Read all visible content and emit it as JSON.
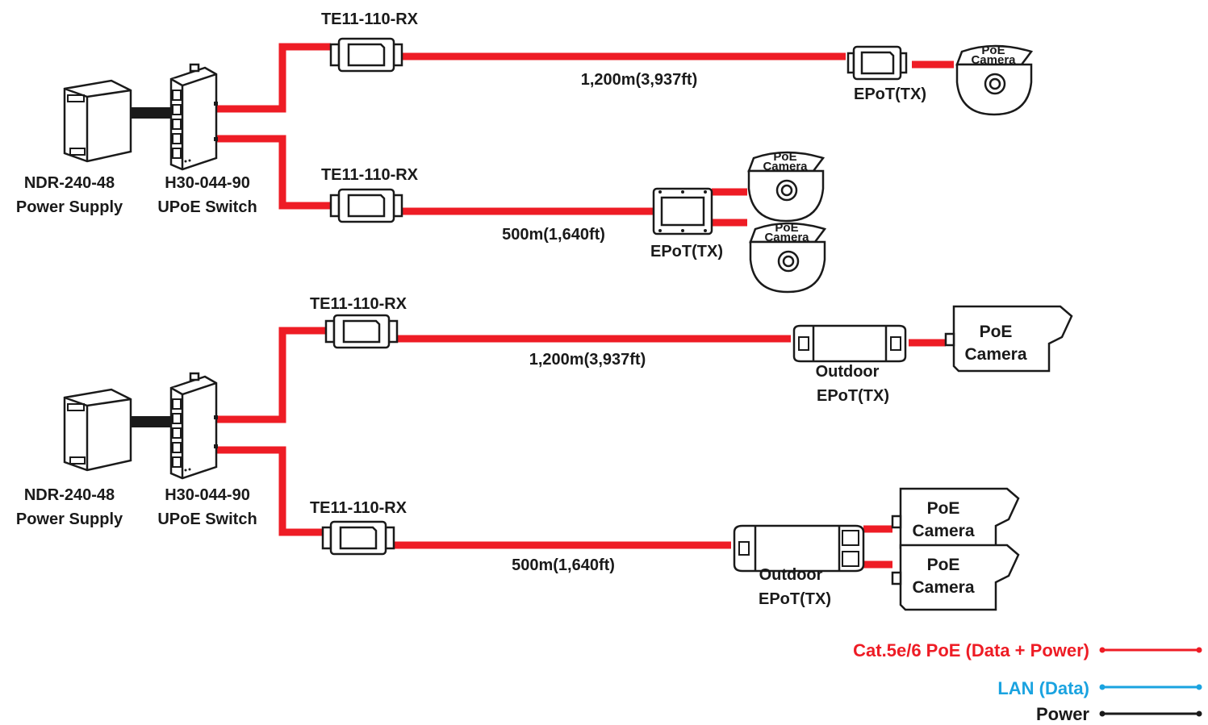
{
  "colors": {
    "poe": "#ee1c25",
    "lan": "#1aa3e0",
    "power": "#1a1a1a",
    "outline": "#1a1a1a"
  },
  "icons": [
    "power-supply-icon",
    "switch-icon",
    "rx-extender-icon",
    "tx-extender-icon",
    "outdoor-tx-extender-icon",
    "dome-camera-icon",
    "bullet-camera-icon"
  ],
  "devices": {
    "power_supply": {
      "line1": "NDR-240-48",
      "line2": "Power Supply"
    },
    "switch": {
      "line1": "H30-044-90",
      "line2": "UPoE Switch"
    },
    "rx": {
      "label": "TE11-110-RX"
    },
    "tx": {
      "label": "EPoT(TX)"
    },
    "outdoor_tx": {
      "line1": "Outdoor",
      "line2": "EPoT(TX)"
    },
    "camera": {
      "line1": "PoE",
      "line2": "Camera"
    }
  },
  "distances": {
    "long": "1,200m(3,937ft)",
    "short": "500m(1,640ft)"
  },
  "legend": [
    {
      "label": "Cat.5e/6 PoE (Data + Power)",
      "color": "#ee1c25"
    },
    {
      "label": "LAN (Data)",
      "color": "#1aa3e0"
    },
    {
      "label": "Power",
      "color": "#1a1a1a"
    }
  ]
}
